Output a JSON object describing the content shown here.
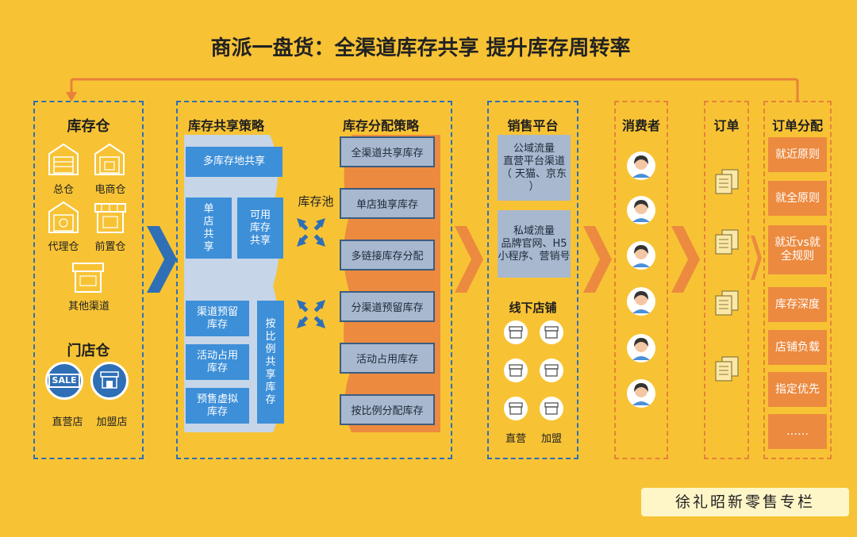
{
  "title": "商派一盘货：全渠道库存共享 提升库存周转率",
  "warehouse": {
    "header": "库存仓",
    "items": [
      "总仓",
      "电商仓",
      "代理仓",
      "前置仓",
      "其他渠道"
    ],
    "store_header": "门店仓",
    "store_items": [
      "直营店",
      "加盟店"
    ],
    "sale_text": "SALE"
  },
  "sharing": {
    "header": "库存共享策略",
    "top": "多库存地共享",
    "single": "单店共享",
    "available": "可用库存共享",
    "channel_reserve": "渠道预留库存",
    "activity": "活动占用库存",
    "presale": "预售虚拟库存",
    "ratio": "按比例共享库存"
  },
  "pool": {
    "label": "库存池"
  },
  "allocation": {
    "header": "库存分配策略",
    "items": [
      "全渠道共享库存",
      "单店独享库存",
      "多链接库存分配",
      "分渠道预留库存",
      "活动占用库存",
      "按比例分配库存"
    ]
  },
  "platform": {
    "header": "销售平台",
    "public": [
      "公域流量",
      "直营平台渠道",
      "（ 天猫、京东 ）"
    ],
    "private": [
      "私域流量",
      "品牌官网、H5",
      "小程序、营销号"
    ],
    "offline_header": "线下店铺",
    "offline_labels": [
      "直营",
      "加盟"
    ]
  },
  "consumer": {
    "header": "消费者"
  },
  "order": {
    "header": "订单"
  },
  "order_alloc": {
    "header": "订单分配",
    "items": [
      "就近原则",
      "就全原则",
      "就近vs就全规则",
      "库存深度",
      "店铺负载",
      "指定优先",
      "……"
    ]
  },
  "credit": "徐礼昭新零售专栏",
  "colors": {
    "background": "#F7C335",
    "blue": "#3D8FD8",
    "orange": "#EC8A3F",
    "dash_blue": "#2F6FB5"
  }
}
